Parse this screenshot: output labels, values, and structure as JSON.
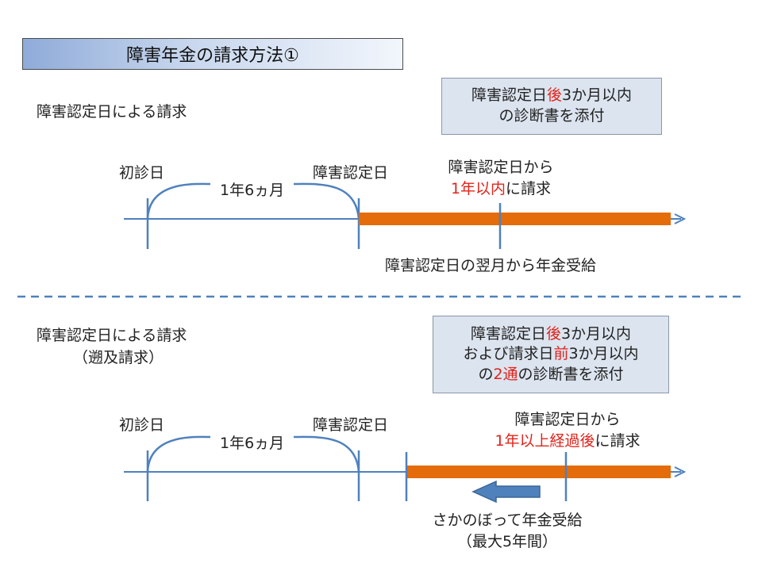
{
  "title": "障害年金の請求方法①",
  "section1": {
    "heading": "障害認定日による請求",
    "note": {
      "line1_a": "障害認定日",
      "line1_red": "後",
      "line1_b": "3か月以内",
      "line2": "の診断書を添付"
    },
    "label_first_visit": "初診日",
    "label_period": "1年6ヵ月",
    "label_cert_date": "障害認定日",
    "claim_line1": "障害認定日から",
    "claim_red": "1年以内",
    "claim_b": "に請求",
    "pension_start": "障害認定日の翌月から年金受給"
  },
  "section2": {
    "heading": "障害認定日による請求",
    "subheading": "（遡及請求）",
    "note": {
      "line1_a": "障害認定日",
      "line1_red": "後",
      "line1_b": "3か月以内",
      "line2_a": "および請求日",
      "line2_red": "前",
      "line2_b": "3か月以内",
      "line3_a": "の",
      "line3_red": "2通",
      "line3_b": "の診断書を添付"
    },
    "label_first_visit": "初診日",
    "label_period": "1年6ヵ月",
    "label_cert_date": "障害認定日",
    "claim_line1": "障害認定日から",
    "claim_red": "1年以上経過後",
    "claim_b": "に請求",
    "retro_line1": "さかのぼって年金受給",
    "retro_line2": "（最大5年間）"
  },
  "colors": {
    "axis": "#4f81bd",
    "bar": "#e46c0a",
    "divider": "#4f81bd",
    "arrow_fill": "#4f81bd",
    "highlight": "#e0241b"
  }
}
